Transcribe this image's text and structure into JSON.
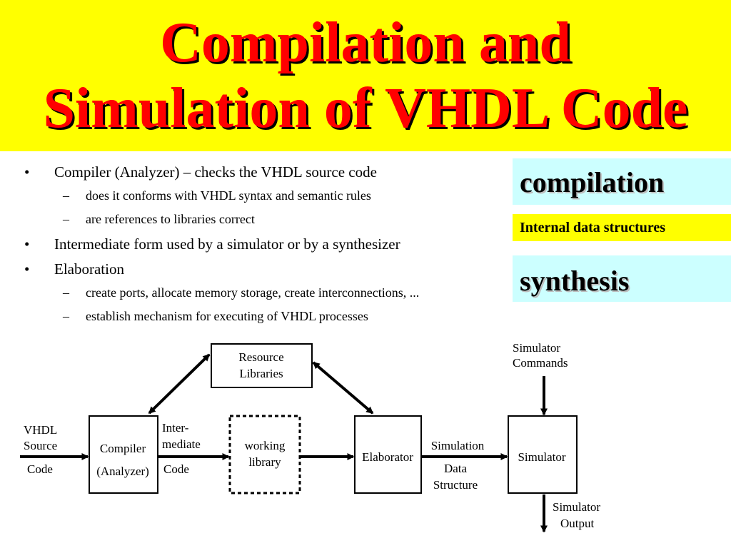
{
  "title": {
    "line1": "Compilation and",
    "line2": "Simulation of VHDL Code"
  },
  "bullets": [
    {
      "level": 1,
      "text": "Compiler (Analyzer) – checks the VHDL source code"
    },
    {
      "level": 2,
      "text": "does it conforms with VHDL syntax and semantic rules"
    },
    {
      "level": 2,
      "text": "are references to libraries correct"
    },
    {
      "level": 1,
      "text": "Intermediate form used by a simulator or by a synthesizer"
    },
    {
      "level": 1,
      "text": "Elaboration"
    },
    {
      "level": 2,
      "text": "create ports, allocate memory storage, create interconnections, ..."
    },
    {
      "level": 2,
      "text": "establish mechanism for executing of VHDL processes"
    }
  ],
  "bullet_marks": {
    "level1": "•",
    "level2": "–"
  },
  "side_boxes": {
    "compilation": "compilation",
    "internal": "Internal data structures",
    "synthesis": "synthesis"
  },
  "diagram": {
    "resource_libraries": [
      "Resource",
      "Libraries"
    ],
    "compiler": [
      "Compiler",
      "(Analyzer)"
    ],
    "working_library": [
      "working",
      "library"
    ],
    "elaborator": "Elaborator",
    "simulator": "Simulator",
    "vhdl_source_code": [
      "VHDL",
      "Source",
      "Code"
    ],
    "intermediate_code": [
      "Inter-",
      "mediate",
      "Code"
    ],
    "simulation_data_structure": [
      "Simulation",
      "Data",
      "Structure"
    ],
    "simulator_commands": [
      "Simulator",
      "Commands"
    ],
    "simulator_output": [
      "Simulator",
      "Output"
    ]
  },
  "colors": {
    "title_band": "#ffff00",
    "title_text": "#ff0000",
    "side_box_cyan": "#ccffff",
    "side_box_yellow": "#ffff00"
  }
}
